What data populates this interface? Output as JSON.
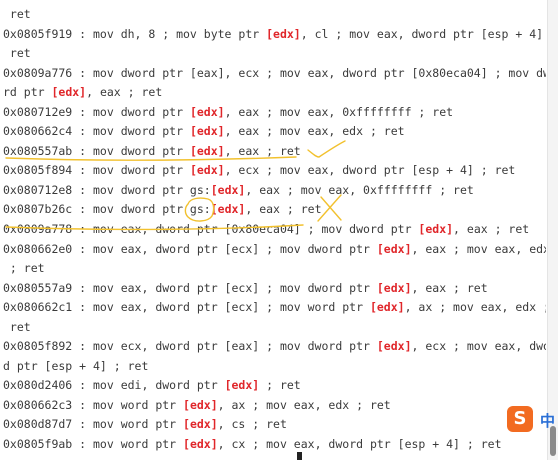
{
  "terminal": {
    "lines": [
      [
        {
          "t": " ret"
        }
      ],
      [
        {
          "t": "0x0805f919 : mov dh, 8 ; mov byte ptr "
        },
        {
          "t": "[edx]",
          "hl": true
        },
        {
          "t": ", cl ; mov eax, dword ptr [esp + 4] ;"
        }
      ],
      [
        {
          "t": " ret"
        }
      ],
      [
        {
          "t": "0x0809a776 : mov dword ptr [eax], ecx ; mov eax, dword ptr [0x80eca04] ; mov dwo"
        }
      ],
      [
        {
          "t": "rd ptr "
        },
        {
          "t": "[edx]",
          "hl": true
        },
        {
          "t": ", eax ; ret"
        }
      ],
      [
        {
          "t": "0x080712e9 : mov dword ptr "
        },
        {
          "t": "[edx]",
          "hl": true
        },
        {
          "t": ", eax ; mov eax, 0xffffffff ; ret"
        }
      ],
      [
        {
          "t": "0x080662c4 : mov dword ptr "
        },
        {
          "t": "[edx]",
          "hl": true
        },
        {
          "t": ", eax ; mov eax, edx ; ret"
        }
      ],
      [
        {
          "t": "0x080557ab : mov dword ptr "
        },
        {
          "t": "[edx]",
          "hl": true
        },
        {
          "t": ", eax ; ret"
        }
      ],
      [
        {
          "t": "0x0805f894 : mov dword ptr "
        },
        {
          "t": "[edx]",
          "hl": true
        },
        {
          "t": ", ecx ; mov eax, dword ptr [esp + 4] ; ret"
        }
      ],
      [
        {
          "t": "0x080712e8 : mov dword ptr gs:"
        },
        {
          "t": "[edx]",
          "hl": true
        },
        {
          "t": ", eax ; mov eax, 0xffffffff ; ret"
        }
      ],
      [
        {
          "t": "0x0807b26c : mov dword ptr gs:"
        },
        {
          "t": "[edx]",
          "hl": true
        },
        {
          "t": ", eax ; ret"
        }
      ],
      [
        {
          "t": "0x0809a778 : mov eax, dword ptr [0x80eca04] ; mov dword ptr "
        },
        {
          "t": "[edx]",
          "hl": true
        },
        {
          "t": ", eax ; ret"
        }
      ],
      [
        {
          "t": "0x080662e0 : mov eax, dword ptr [ecx] ; mov dword ptr "
        },
        {
          "t": "[edx]",
          "hl": true
        },
        {
          "t": ", eax ; mov eax, edx"
        }
      ],
      [
        {
          "t": " ; ret"
        }
      ],
      [
        {
          "t": "0x080557a9 : mov eax, dword ptr [ecx] ; mov dword ptr "
        },
        {
          "t": "[edx]",
          "hl": true
        },
        {
          "t": ", eax ; ret"
        }
      ],
      [
        {
          "t": "0x080662c1 : mov eax, dword ptr [ecx] ; mov word ptr "
        },
        {
          "t": "[edx]",
          "hl": true
        },
        {
          "t": ", ax ; mov eax, edx ;"
        }
      ],
      [
        {
          "t": " ret"
        }
      ],
      [
        {
          "t": "0x0805f892 : mov ecx, dword ptr [eax] ; mov dword ptr "
        },
        {
          "t": "[edx]",
          "hl": true
        },
        {
          "t": ", ecx ; mov eax, dwor"
        }
      ],
      [
        {
          "t": "d ptr [esp + 4] ; ret"
        }
      ],
      [
        {
          "t": "0x080d2406 : mov edi, dword ptr "
        },
        {
          "t": "[edx]",
          "hl": true
        },
        {
          "t": " ; ret"
        }
      ],
      [
        {
          "t": "0x080662c3 : mov word ptr "
        },
        {
          "t": "[edx]",
          "hl": true
        },
        {
          "t": ", ax ; mov eax, edx ; ret"
        }
      ],
      [
        {
          "t": "0x080d87d7 : mov word ptr "
        },
        {
          "t": "[edx]",
          "hl": true
        },
        {
          "t": ", cs ; ret"
        }
      ],
      [
        {
          "t": "0x0805f9ab : mov word ptr "
        },
        {
          "t": "[edx]",
          "hl": true
        },
        {
          "t": ", cx ; mov eax, dword ptr [esp + 4] ; ret"
        }
      ]
    ],
    "colors": {
      "text": "#3a3a3a",
      "highlight": "#e0262a",
      "annotation": "#f2c12e"
    }
  },
  "ime": {
    "badge": "S",
    "lang": "中"
  },
  "icons": {
    "ime": "sogou-ime-icon",
    "cursor": "text-cursor-icon"
  }
}
